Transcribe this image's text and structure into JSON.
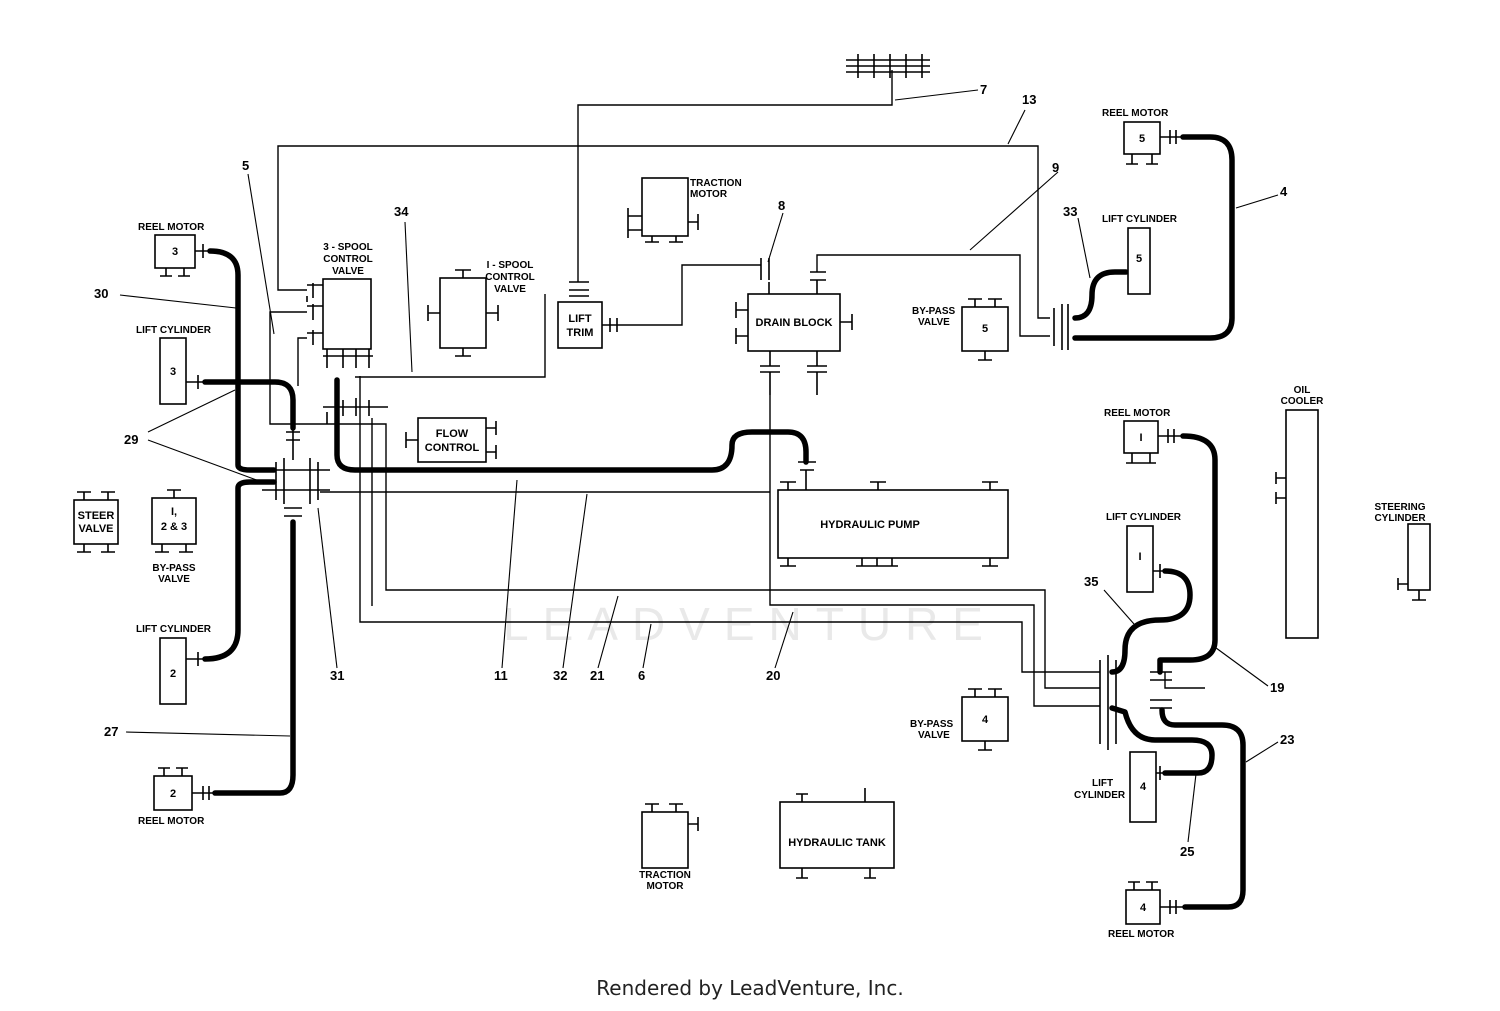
{
  "watermark": "LEADVENTURE",
  "footer": "Rendered by LeadVenture, Inc.",
  "components": {
    "reel_motor_3": {
      "label": "REEL MOTOR",
      "num": "3"
    },
    "lift_cylinder_3": {
      "label": "LIFT CYLINDER",
      "num": "3"
    },
    "spool_3": {
      "label_1": "3 - SPOOL",
      "label_2": "CONTROL",
      "label_3": "VALVE"
    },
    "spool_1": {
      "label_1": "I - SPOOL",
      "label_2": "CONTROL",
      "label_3": "VALVE"
    },
    "lift_trim": {
      "label_1": "LIFT",
      "label_2": "TRIM"
    },
    "traction_motor_top": {
      "label_1": "TRACTION",
      "label_2": "MOTOR"
    },
    "drain_block": {
      "label": "DRAIN BLOCK"
    },
    "flow_control": {
      "label_1": "FLOW",
      "label_2": "CONTROL"
    },
    "hydraulic_pump": {
      "label": "HYDRAULIC PUMP"
    },
    "reel_motor_5": {
      "label": "REEL MOTOR",
      "num": "5"
    },
    "lift_cylinder_5": {
      "label": "LIFT CYLINDER",
      "num": "5"
    },
    "bypass_5": {
      "label_1": "BY-PASS",
      "label_2": "VALVE",
      "num": "5"
    },
    "oil_cooler": {
      "label_1": "OIL",
      "label_2": "COOLER"
    },
    "reel_motor_1": {
      "label": "REEL MOTOR",
      "num": "I"
    },
    "lift_cylinder_1": {
      "label": "LIFT CYLINDER",
      "num": "I"
    },
    "steering_cylinder": {
      "label_1": "STEERING",
      "label_2": "CYLINDER"
    },
    "steer_valve": {
      "label_1": "STEER",
      "label_2": "VALVE"
    },
    "bypass_123": {
      "num_1": "I,",
      "num_2": "2 & 3",
      "label_1": "BY-PASS",
      "label_2": "VALVE"
    },
    "lift_cylinder_2": {
      "label": "LIFT CYLINDER",
      "num": "2"
    },
    "reel_motor_2": {
      "label": "REEL MOTOR",
      "num": "2"
    },
    "bypass_4": {
      "label_1": "BY-PASS",
      "label_2": "VALVE",
      "num": "4"
    },
    "lift_cylinder_4": {
      "label_1": "LIFT",
      "label_2": "CYLINDER",
      "num": "4"
    },
    "reel_motor_4": {
      "label": "REEL MOTOR",
      "num": "4"
    },
    "traction_motor_bottom": {
      "label_1": "TRACTION",
      "label_2": "MOTOR"
    },
    "hydraulic_tank": {
      "label": "HYDRAULIC TANK"
    }
  },
  "callouts": {
    "c4": "4",
    "c5": "5",
    "c6": "6",
    "c7": "7",
    "c8": "8",
    "c9": "9",
    "c11": "11",
    "c13": "13",
    "c19": "19",
    "c20": "20",
    "c21": "21",
    "c23": "23",
    "c25": "25",
    "c27": "27",
    "c29": "29",
    "c30": "30",
    "c31": "31",
    "c32": "32",
    "c33": "33",
    "c34": "34",
    "c35": "35"
  }
}
